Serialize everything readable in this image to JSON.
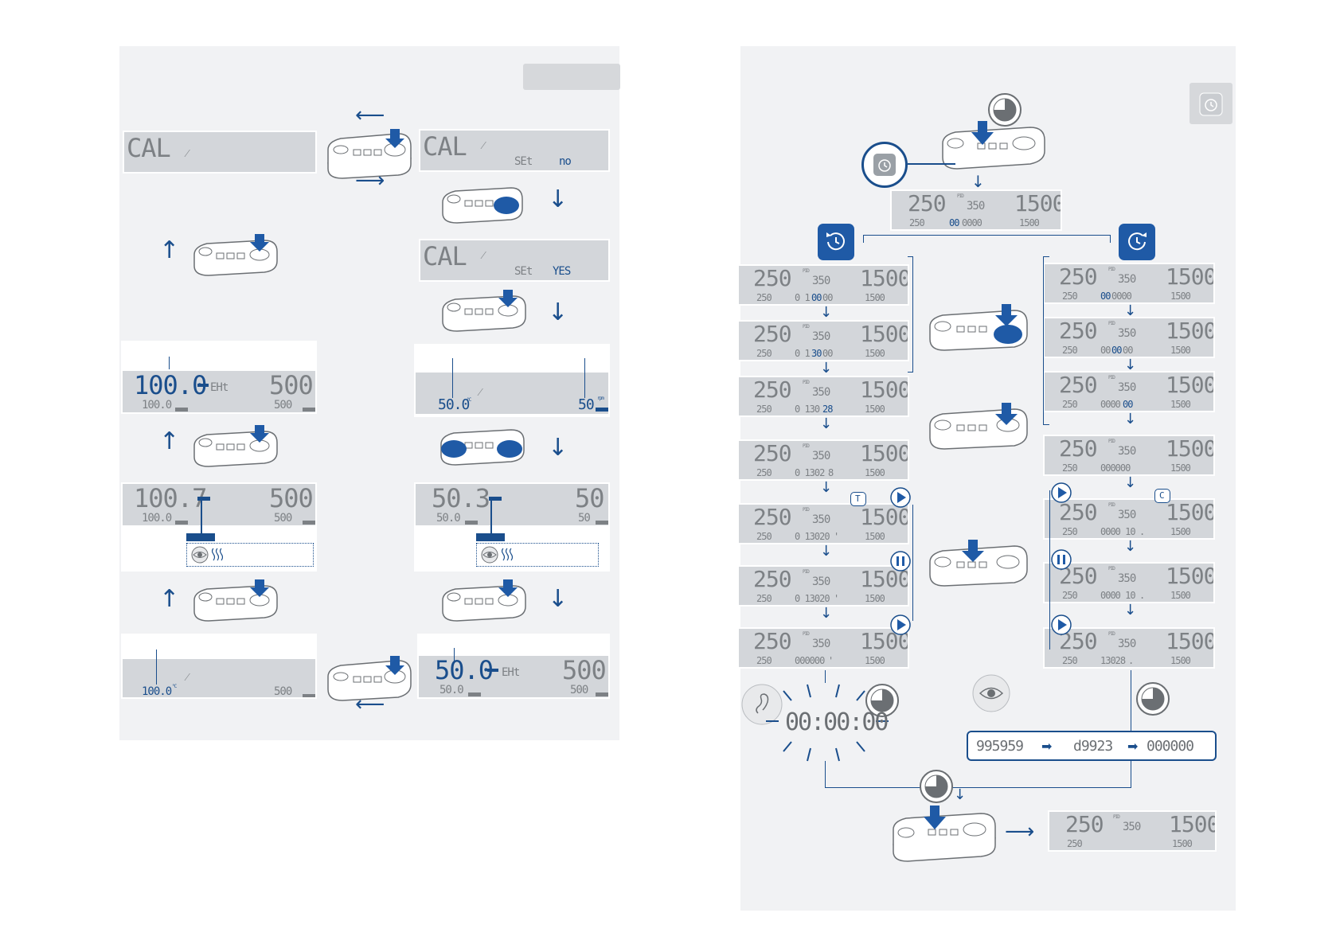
{
  "left": {
    "cal_top_left": {
      "line1": "CAL",
      "sym": "⁄"
    },
    "cal_top_right": {
      "line1": "CAL",
      "sym": "⁄",
      "set_label": "SEt",
      "set_value": "no"
    },
    "cal_mid_right": {
      "line1": "CAL",
      "sym": "⁄",
      "set_label": "SEt",
      "set_value": "YES"
    },
    "disp_a": {
      "temp": "100.0",
      "ext": "EHt",
      "speed": "500",
      "sub_temp": "100.0",
      "sub_speed": "500"
    },
    "disp_b": {
      "temp": "50.0",
      "unit": "°C",
      "speed": "50",
      "unit_rpm": "rpm"
    },
    "disp_c": {
      "temp": "100.7",
      "speed": "500",
      "sub_temp": "100.0",
      "sub_speed": "500"
    },
    "disp_d": {
      "temp": "50.3",
      "speed": "50",
      "sub_temp": "50.0",
      "sub_speed": "50"
    },
    "disp_e": {
      "temp": "100.0",
      "unit": "°C",
      "speed": "500"
    },
    "disp_f": {
      "temp": "50.0",
      "ext": "EHt",
      "speed": "500",
      "sub_temp": "50.0",
      "sub_speed": "500"
    }
  },
  "right": {
    "main": {
      "t1": "250",
      "t2": "350",
      "spd": "1500",
      "sub_t": "250",
      "sub_time_hl": "00",
      "sub_time_rest": "0000",
      "sub_spd": "1500"
    },
    "pid": "PID",
    "lcds_left": [
      {
        "time_a": "0 1",
        "time_hl": "00",
        "time_b": "00"
      },
      {
        "time_a": "0 1",
        "time_hl": "30",
        "time_b": "00"
      },
      {
        "time_a": "0 130",
        "time_hl": "28",
        "time_b": ""
      },
      {
        "time_a": "0 1302",
        "time_hl": "",
        "time_b": "8"
      },
      {
        "time_a": "0 13020",
        "time_hl": "",
        "time_b": "'"
      },
      {
        "time_a": "0 13020",
        "time_hl": "",
        "time_b": "'"
      },
      {
        "time_a": "000000",
        "time_hl": "",
        "time_b": "'"
      }
    ],
    "lcds_right": [
      {
        "time_a": "",
        "time_hl": "00",
        "time_b": "0000"
      },
      {
        "time_a": "00",
        "time_hl": "00",
        "time_b": "00"
      },
      {
        "time_a": "0000",
        "time_hl": "00",
        "time_b": ""
      },
      {
        "time_a": "000000",
        "time_hl": "",
        "time_b": ""
      },
      {
        "time_a": "0000 10",
        "time_hl": "",
        "time_b": "."
      },
      {
        "time_a": "0000 10",
        "time_hl": "",
        "time_b": "."
      },
      {
        "time_a": "13028",
        "time_hl": "",
        "time_b": "."
      }
    ],
    "blink_time": "00:00:00",
    "sequence": [
      "995959",
      "d9923",
      "000000"
    ],
    "final": {
      "t1": "250",
      "t2": "350",
      "spd": "1500",
      "sub_t": "250",
      "sub_spd": "1500"
    },
    "badge_t": "T",
    "badge_c": "C",
    "colors": {
      "accent": "#1a4e8c",
      "lcd": "#d3d6da",
      "panel": "#f1f2f4"
    }
  }
}
